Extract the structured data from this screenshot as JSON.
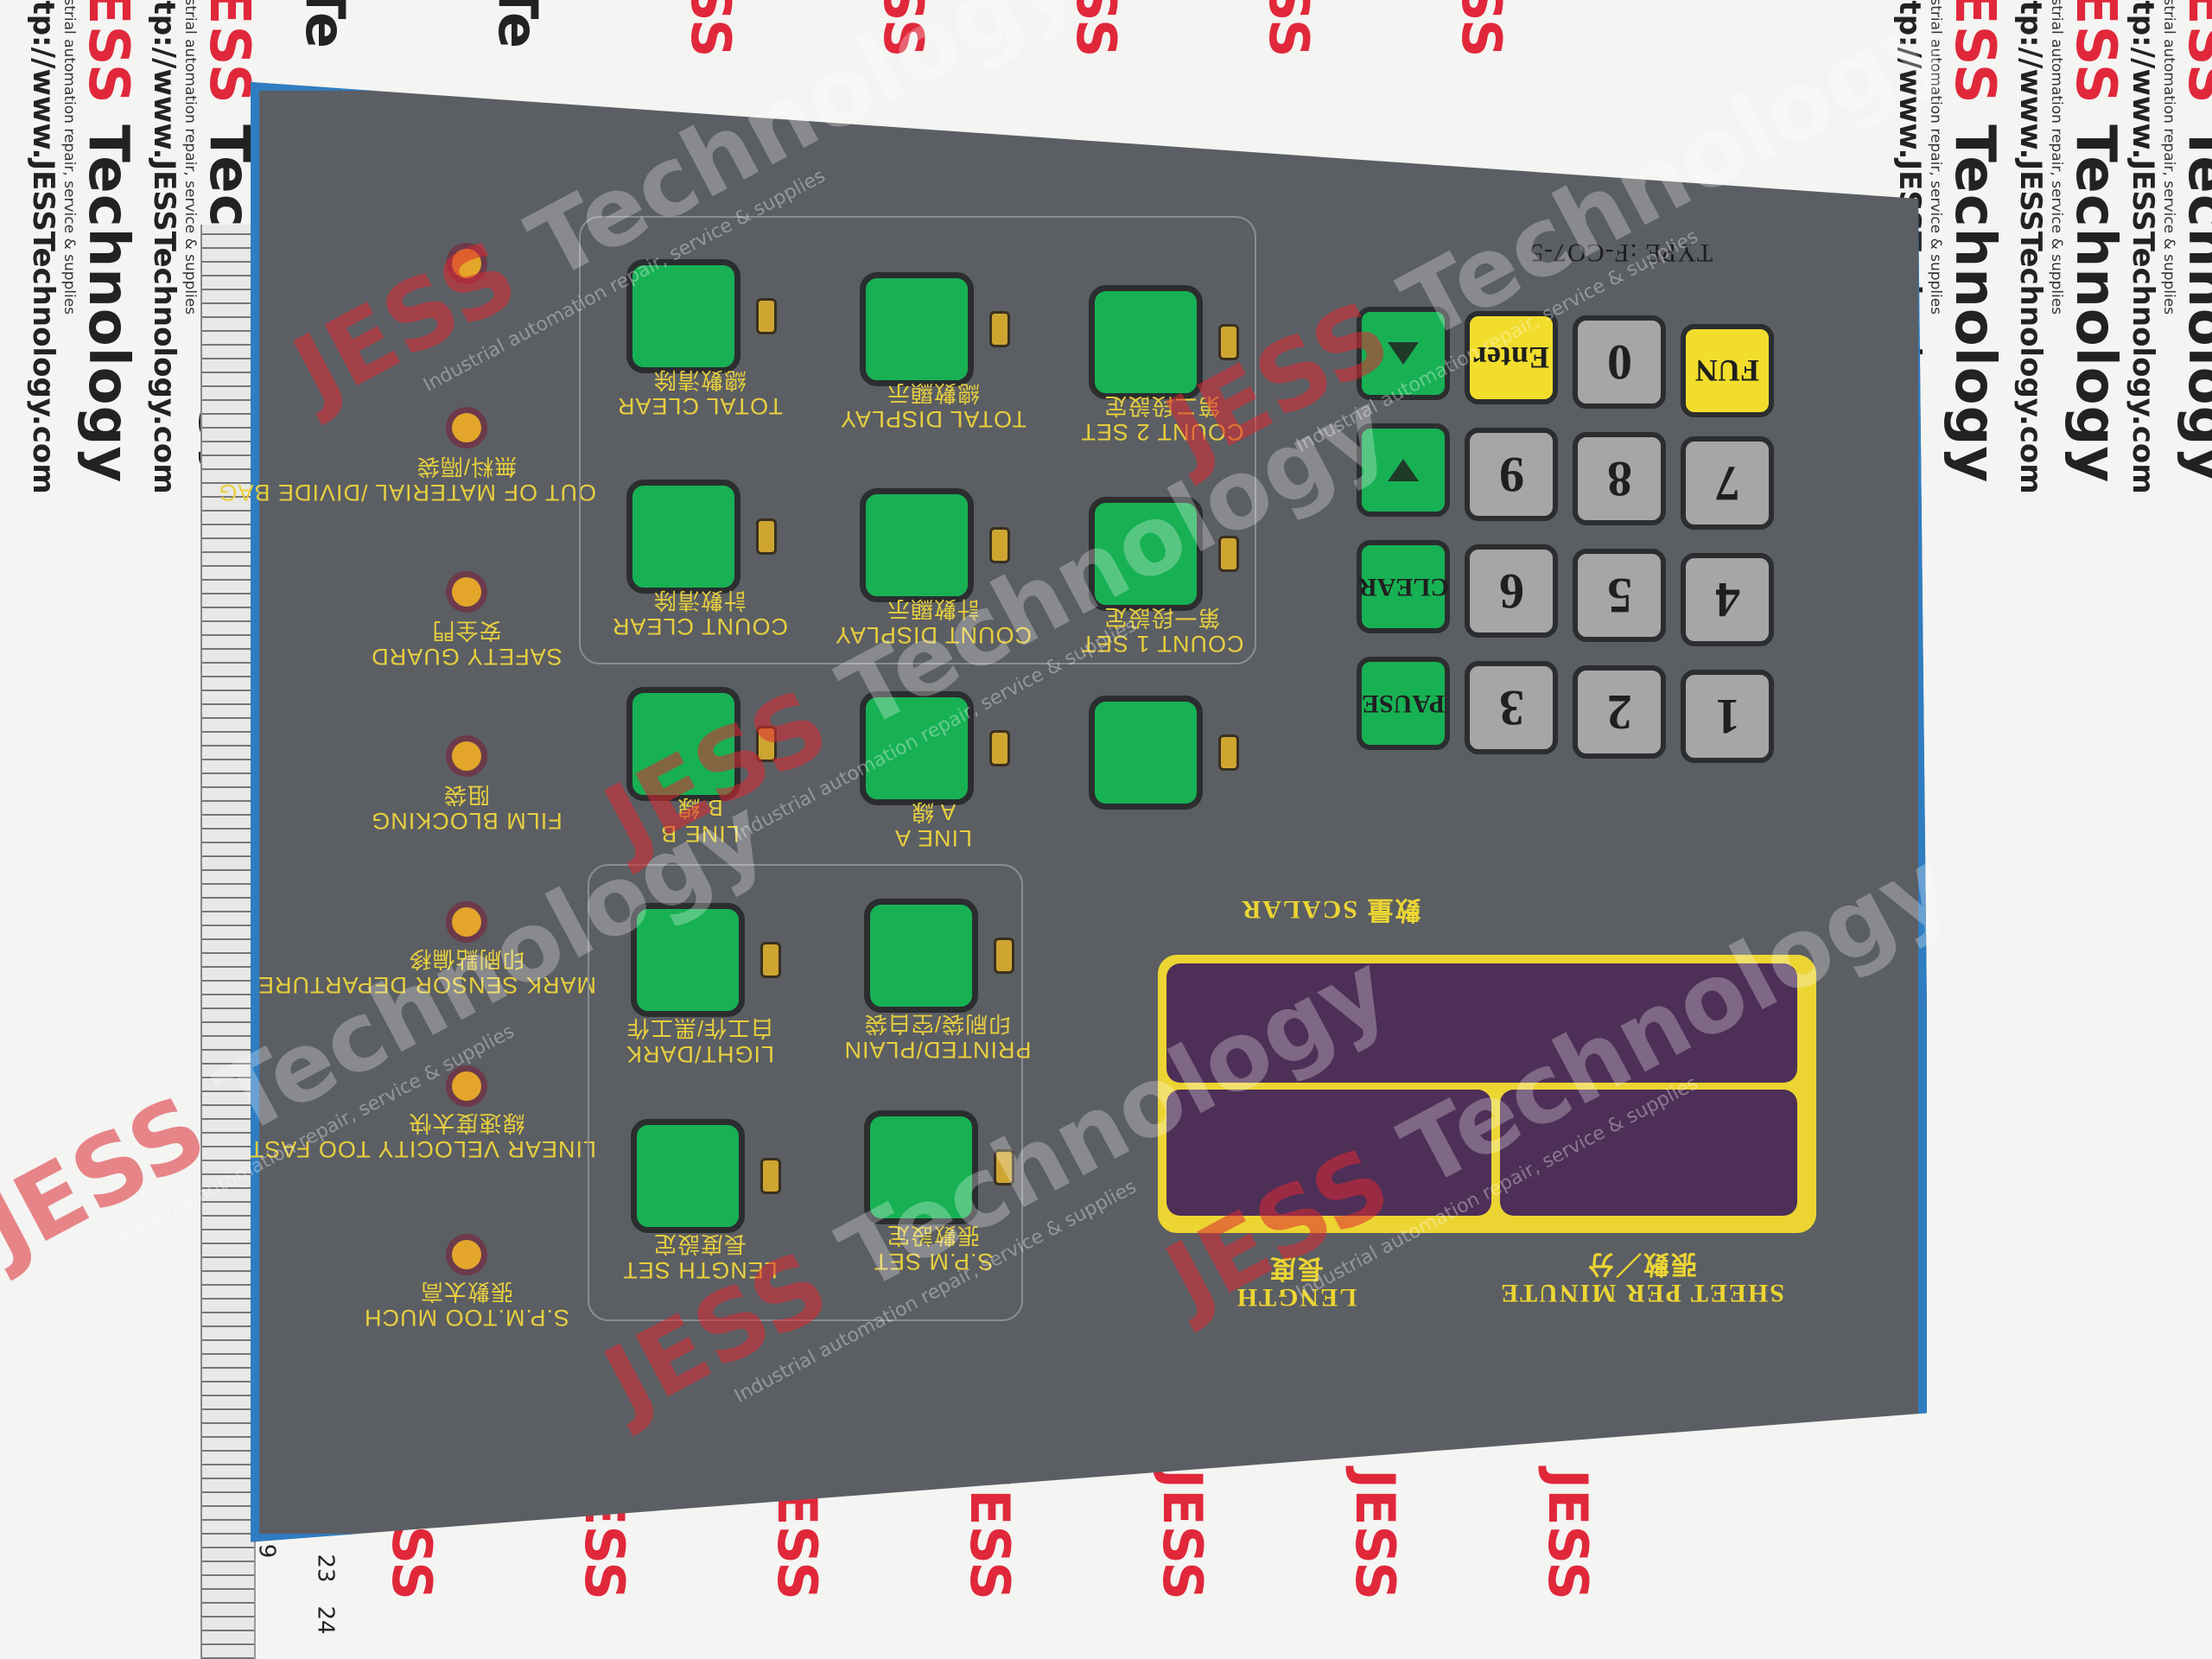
{
  "background": {
    "brand_name_red": "JESS",
    "brand_name_dark": "Technology",
    "tagline": "Industrial automation repair, service & supplies",
    "url": "http://www.JESSTechnology.com",
    "ruler_numbers": [
      "9",
      "23",
      "24"
    ]
  },
  "panel": {
    "type_label": "TYPE :F-CO7-5",
    "orientation": "rotated 180 degrees",
    "colors": {
      "panel": "#5b5e63",
      "frame": "#2f7dc1",
      "green_key": "#17b154",
      "yellow_key": "#f2dd2c",
      "gray_key": "#a5a6a7",
      "label_text": "#e7cf3f",
      "display": "#4d2f57",
      "led": "#e3a52a"
    },
    "indicators": [
      {
        "en": "",
        "cn": ""
      },
      {
        "en": "OUT OF MATERIAL /DIVIDE BAG",
        "cn": "無料/隔袋"
      },
      {
        "en": "SAFETY GUARD",
        "cn": "安全門"
      },
      {
        "en": "FILM BLOCKING",
        "cn": "阻袋"
      },
      {
        "en": "MARK SENSOR DEPARTURE",
        "cn": "印刷點偏移"
      },
      {
        "en": "LINEAR VELOCITY TOO FAST",
        "cn": "線速度太快"
      },
      {
        "en": "S.P.M.TOO MUCH",
        "cn": "張數太高"
      }
    ],
    "function_keys": [
      {
        "en": "TOTAL CLEAR",
        "cn": "總數清除"
      },
      {
        "en": "TOTAL DISPLAY",
        "cn": "總數顯示"
      },
      {
        "en": "COUNT 2 SET",
        "cn": "第二段設定"
      },
      {
        "en": "COUNT CLEAR",
        "cn": "計數清除"
      },
      {
        "en": "COUNT DISPLAY",
        "cn": "計數顯示"
      },
      {
        "en": "COUNT 1 SET",
        "cn": "第一段設定"
      },
      {
        "en": "LINE B",
        "cn": "B 線"
      },
      {
        "en": "LINE A",
        "cn": "A 線"
      },
      {
        "en": "",
        "cn": ""
      },
      {
        "en": "LIGHT/DARK",
        "cn": "白工作/黑工作"
      },
      {
        "en": "PRINTED/PLAIN",
        "cn": "印刷袋/空白袋"
      },
      {
        "en": "LENGTH SET",
        "cn": "長度設定"
      },
      {
        "en": "S.P.M SET",
        "cn": "張數設定"
      }
    ],
    "keypad": {
      "row1": [
        "▲",
        "Enter",
        "0",
        "FUN"
      ],
      "row2": [
        "▼",
        "9",
        "8",
        "7"
      ],
      "row3": [
        "CLEAR",
        "6",
        "5",
        "4"
      ],
      "row4": [
        "PAUSE",
        "3",
        "2",
        "1"
      ]
    },
    "display": {
      "title_en": "SCALAR",
      "title_cn": "數量",
      "left_label_en": "LENGTH",
      "left_label_cn": "長度",
      "right_label_en": "SHEET PER MINUTE",
      "right_label_cn": "張數／分"
    }
  }
}
